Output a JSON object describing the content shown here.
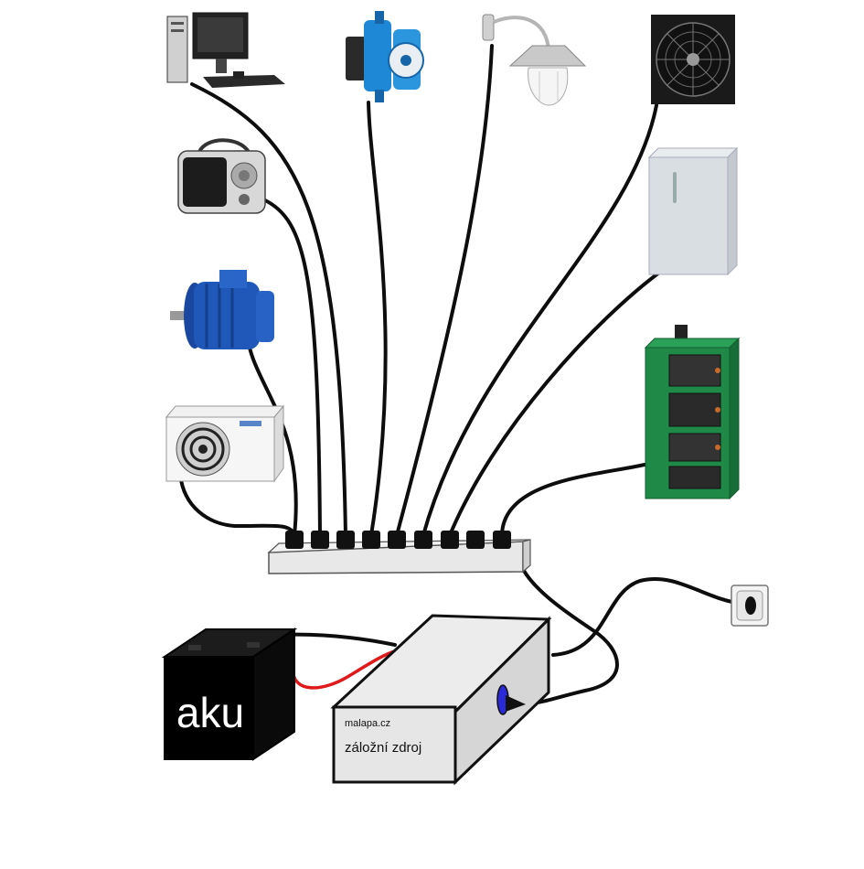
{
  "battery": {
    "label": "aku",
    "icon": "battery-icon"
  },
  "ups": {
    "brand": "malapa.cz",
    "label": "záložní zdroj",
    "icon": "ups-box-icon"
  },
  "devices": [
    {
      "name": "computer",
      "icon": "computer-icon"
    },
    {
      "name": "circulation-pump",
      "icon": "pump-icon"
    },
    {
      "name": "wall-lamp",
      "icon": "lamp-icon"
    },
    {
      "name": "exhaust-fan",
      "icon": "fan-icon"
    },
    {
      "name": "radio",
      "icon": "radio-icon"
    },
    {
      "name": "refrigerator",
      "icon": "fridge-icon"
    },
    {
      "name": "electric-motor",
      "icon": "motor-icon"
    },
    {
      "name": "boiler",
      "icon": "boiler-icon"
    },
    {
      "name": "air-conditioner",
      "icon": "ac-unit-icon"
    }
  ],
  "power_strip": {
    "socket_count": 9,
    "icon": "power-strip-icon"
  },
  "wall_outlet": {
    "icon": "wall-outlet-icon"
  },
  "colors": {
    "cable": "#0d0d0d",
    "battery_body": "#000000",
    "battery_red_wire": "#e0191b",
    "ups_body": "#e6e6e6",
    "pump_blue": "#1e88d6",
    "motor_blue": "#1f58b8",
    "boiler_green": "#1f8a47",
    "fridge_body": "#d9dee3"
  }
}
